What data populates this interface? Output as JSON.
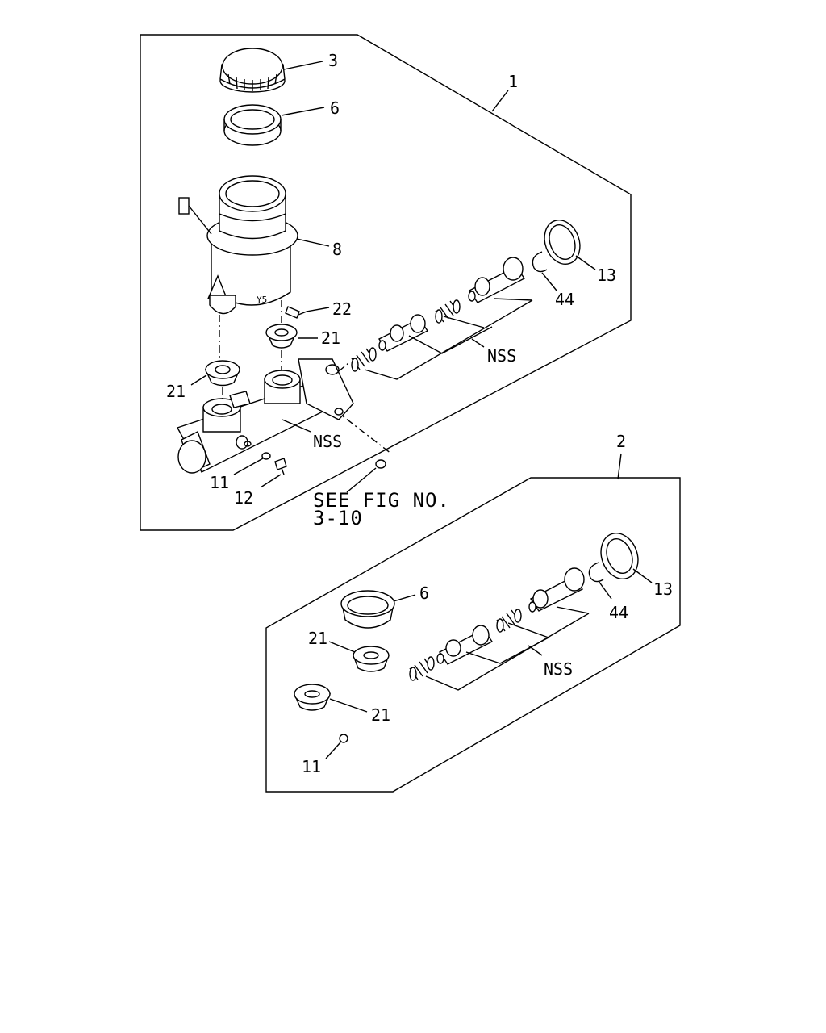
{
  "diagram": {
    "group_labels": {
      "assembly_1": "1",
      "assembly_2": "2"
    },
    "reference_note": {
      "line1": "SEE FIG NO.",
      "line2": "3-10"
    },
    "callouts_assembly_1": {
      "cap": "3",
      "cap_seal": "6",
      "reservoir": "8",
      "boot_seal": "13",
      "snap_ring": "44",
      "bolt_small": "22",
      "grommet_upper": "21",
      "grommet_lower": "21",
      "nss_piston": "NSS",
      "nss_body": "NSS",
      "washer": "11",
      "bolt": "12"
    },
    "callouts_assembly_2": {
      "cap_seal": "6",
      "boot_seal": "13",
      "snap_ring": "44",
      "grommet_upper": "21",
      "grommet_lower": "21",
      "nss_piston": "NSS",
      "washer": "11"
    }
  }
}
